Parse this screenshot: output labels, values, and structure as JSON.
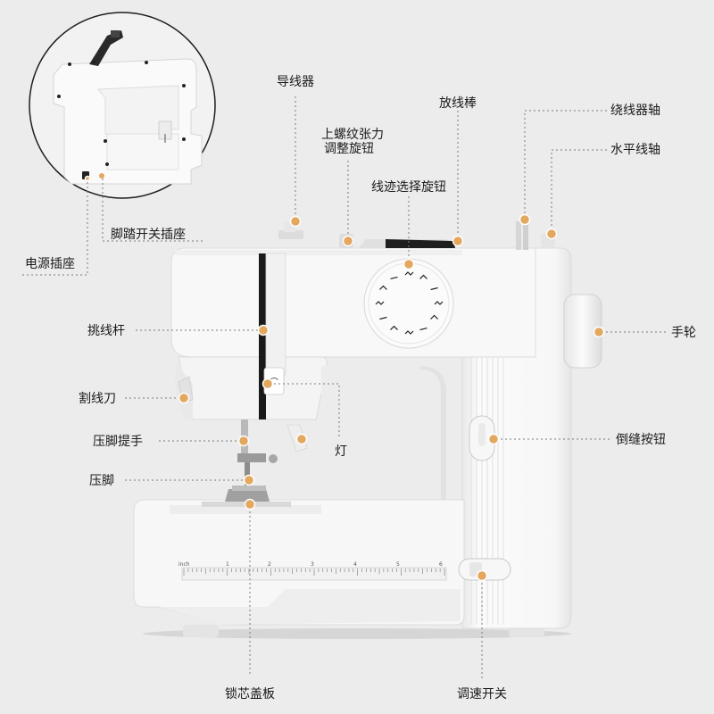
{
  "labels": {
    "thread_guide": "导线器",
    "spool_pin": "放线棒",
    "bobbin_winder_shaft": "绕线器轴",
    "upper_tension_1": "上螺纹张力",
    "upper_tension_2": "调整旋钮",
    "horizontal_spool": "水平线轴",
    "stitch_selector": "线迹选择旋钮",
    "foot_pedal_socket": "脚踏开关插座",
    "power_socket": "电源插座",
    "take_up_lever": "挑线杆",
    "handwheel": "手轮",
    "thread_cutter": "割线刀",
    "light": "灯",
    "presser_foot_lifter": "压脚提手",
    "reverse_button": "倒缝按钮",
    "presser_foot": "压脚",
    "bobbin_cover": "锁芯盖板",
    "speed_switch": "调速开关"
  },
  "ruler": {
    "unit": "inch",
    "ticks": [
      "1",
      "2",
      "3",
      "4",
      "5",
      "6"
    ]
  },
  "colors": {
    "background": "#ececec",
    "body": "#f6f6f6",
    "marker": "#e3a75e",
    "leader": "#7a7a7a"
  }
}
